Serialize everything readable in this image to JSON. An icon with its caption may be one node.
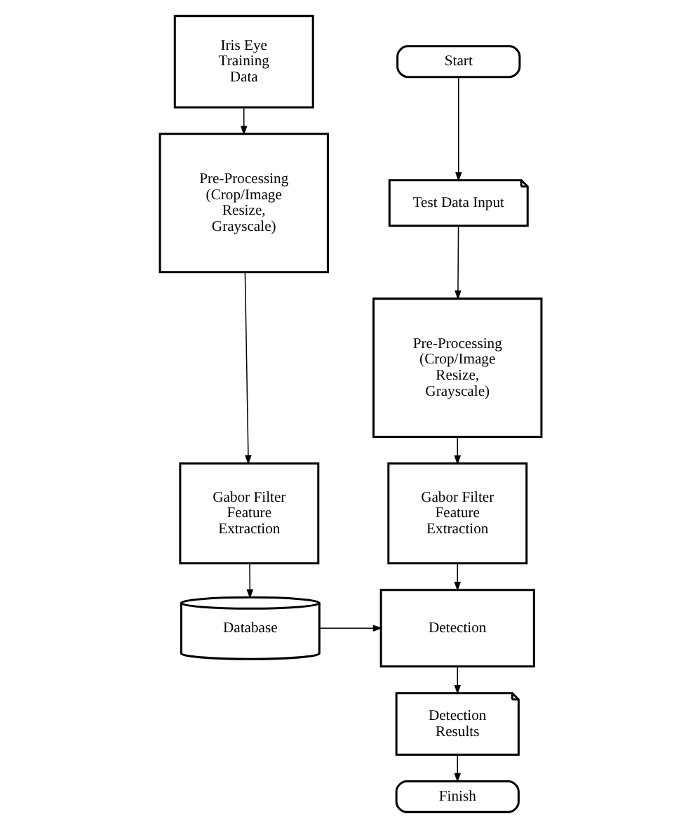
{
  "diagram": {
    "nodes": [
      {
        "text": [
          "Iris Eye Training Data"
        ]
      },
      {
        "text": [
          "Pre-Processing (Crop/Image Resize, Grayscale)"
        ]
      },
      {
        "text": [
          "Gabor Filter Feature Extraction"
        ]
      },
      {
        "text": [
          "Database"
        ]
      },
      {
        "text": [
          "Start"
        ]
      },
      {
        "text": [
          "Test Data Input"
        ]
      },
      {
        "text": [
          "Pre-Processing (Crop/Image Resize, Grayscale)"
        ]
      },
      {
        "text": [
          "Gabor Filter Feature Extraction"
        ]
      },
      {
        "text": [
          "Detection"
        ]
      },
      {
        "text": [
          "Detection Results"
        ]
      },
      {
        "text": [
          "Finish"
        ]
      }
    ],
    "edges": [
      {
        "from": 0,
        "to": 1,
        "arrow": "to"
      },
      {
        "from": 1,
        "to": 2,
        "arrow": "to"
      },
      {
        "from": 2,
        "to": 3,
        "arrow": "to"
      },
      {
        "from": 3,
        "to": 8,
        "arrow": "to"
      },
      {
        "from": 4,
        "to": 5,
        "arrow": "to"
      },
      {
        "from": 5,
        "to": 6,
        "arrow": "to"
      },
      {
        "from": 6,
        "to": 7,
        "arrow": "to"
      },
      {
        "from": 7,
        "to": 8,
        "arrow": "to"
      },
      {
        "from": 8,
        "to": 9,
        "arrow": "to"
      },
      {
        "from": 9,
        "to": 10,
        "arrow": "to"
      }
    ]
  }
}
